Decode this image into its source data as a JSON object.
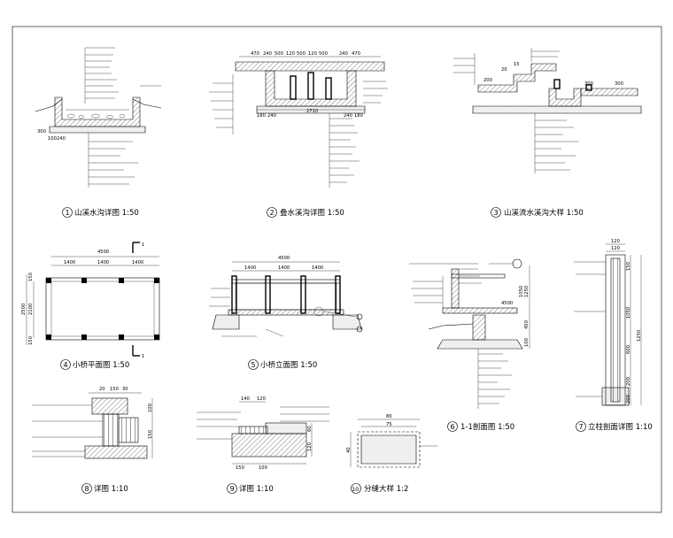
{
  "drawings": [
    {
      "id": "d1",
      "num": "1",
      "title": "山溪水沟详图 1:50",
      "dims": [
        "300",
        "100",
        "240"
      ]
    },
    {
      "id": "d2",
      "num": "2",
      "title": "叠水溪沟详图 1:50",
      "dims": [
        "470",
        "240",
        "500",
        "120",
        "500",
        "120",
        "500",
        "240",
        "470",
        "180",
        "240",
        "2710",
        "240",
        "180"
      ]
    },
    {
      "id": "d3",
      "num": "3",
      "title": "山溪流水溪沟大样 1:50",
      "dims": [
        "20",
        "15",
        "200",
        "300",
        "300"
      ]
    },
    {
      "id": "d4",
      "num": "4",
      "title": "小桥平面图 1:50",
      "dims": [
        "4500",
        "1400",
        "1400",
        "1400",
        "2500",
        "2100",
        "150",
        "150",
        "1",
        "1"
      ]
    },
    {
      "id": "d5",
      "num": "5",
      "title": "小桥立面图 1:50",
      "dims": [
        "4500",
        "1400",
        "1400",
        "1400"
      ]
    },
    {
      "id": "d6",
      "num": "6",
      "title": "1-1剖面图 1:50",
      "dims": [
        "1250",
        "1050",
        "450",
        "100",
        "4500"
      ]
    },
    {
      "id": "d7",
      "num": "7",
      "title": "立柱剖面详图 1:10",
      "dims": [
        "120",
        "120",
        "150",
        "1250",
        "1050",
        "600",
        "200",
        "200"
      ]
    },
    {
      "id": "d8",
      "num": "8",
      "title": "详图 1:10",
      "dims": [
        "20",
        "150",
        "30",
        "100",
        "150"
      ]
    },
    {
      "id": "d9",
      "num": "9",
      "title": "详图 1:10",
      "dims": [
        "140",
        "120",
        "60",
        "120",
        "150",
        "100"
      ]
    },
    {
      "id": "d10",
      "num": "10",
      "title": "分缝大样 1:2",
      "dims": [
        "80",
        "75",
        "40"
      ]
    }
  ]
}
